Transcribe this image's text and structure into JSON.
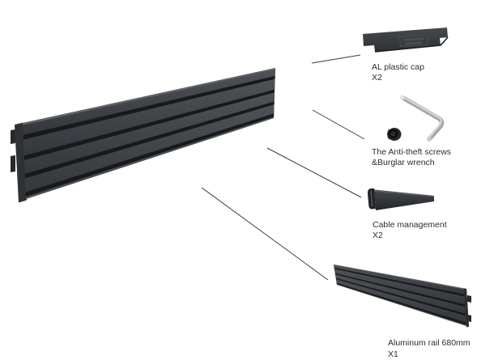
{
  "title": "Aluminum rail 680mm parts diagram",
  "colors": {
    "background": "#ffffff",
    "text": "#2d2d2d",
    "leader_line": "#3c3c3c",
    "rail_face": "#3b3e41",
    "rail_groove": "#17191b",
    "metal_wrench": "#cfd2d4"
  },
  "parts": [
    {
      "id": "al-plastic-cap",
      "lines": [
        "AL plastic cap",
        "X2"
      ]
    },
    {
      "id": "anti-theft-screws",
      "lines": [
        "The Anti-theft screws",
        "&Burglar wrench"
      ]
    },
    {
      "id": "cable-management",
      "lines": [
        "Cable management",
        "X2"
      ]
    },
    {
      "id": "aluminum-rail",
      "lines": [
        "Aluminum rail 680mm",
        "X1"
      ]
    }
  ]
}
